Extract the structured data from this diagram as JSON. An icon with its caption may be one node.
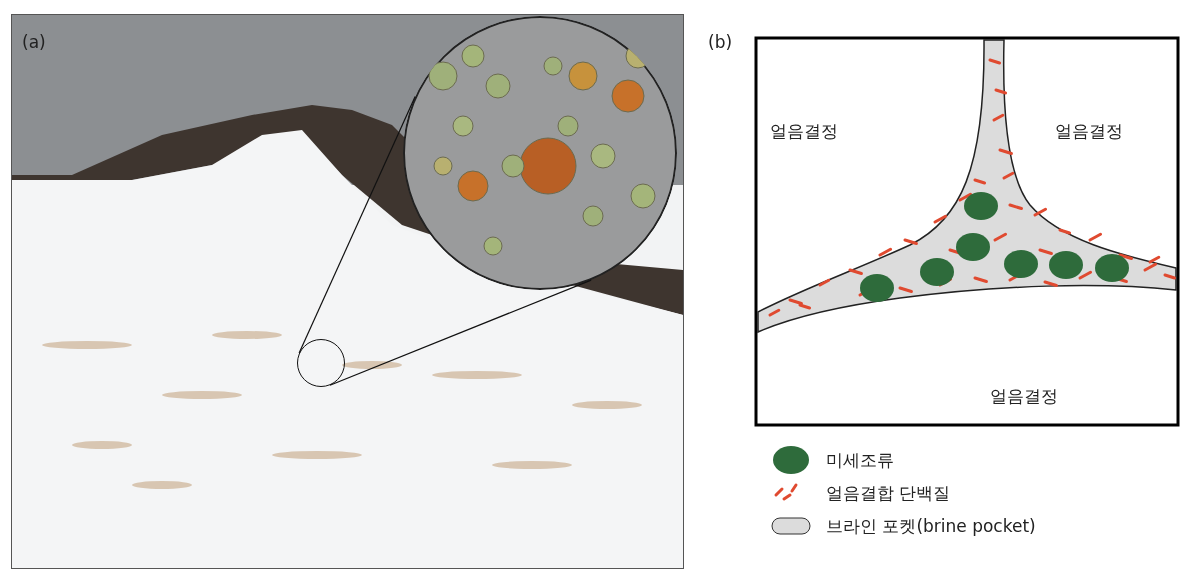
{
  "diagram": {
    "nodes": [
      {
        "text": [],
        "shape": "picture"
      },
      {
        "text": [],
        "shape": "circle",
        "in": 0
      },
      {
        "text": [],
        "shape": "picture",
        "in": 0
      }
    ],
    "edges": [
      {
        "from": 1,
        "to": 2,
        "arrow": "none"
      },
      {
        "from": 1,
        "to": 2,
        "arrow": "none"
      }
    ],
    "labels": [
      "(a)",
      "(b)",
      "얼음결정",
      "얼음결정",
      "얼음결정"
    ],
    "legend": [
      {
        "text": "미세조류",
        "color": "#2e6b3b"
      },
      {
        "text": "얼음결합 단백질"
      },
      {
        "text": "브라인 포켓(brine pocket)",
        "color": "#dcdcdc"
      }
    ]
  }
}
